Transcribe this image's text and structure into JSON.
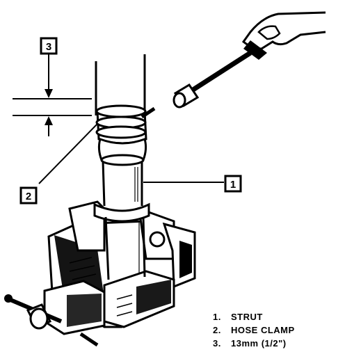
{
  "callouts": [
    {
      "id": "1",
      "label": "1"
    },
    {
      "id": "2",
      "label": "2"
    },
    {
      "id": "3",
      "label": "3"
    }
  ],
  "legend": [
    {
      "num": "1.",
      "text": "STRUT"
    },
    {
      "num": "2.",
      "text": "HOSE CLAMP"
    },
    {
      "num": "3.",
      "text": "13mm (1/2\")"
    }
  ]
}
